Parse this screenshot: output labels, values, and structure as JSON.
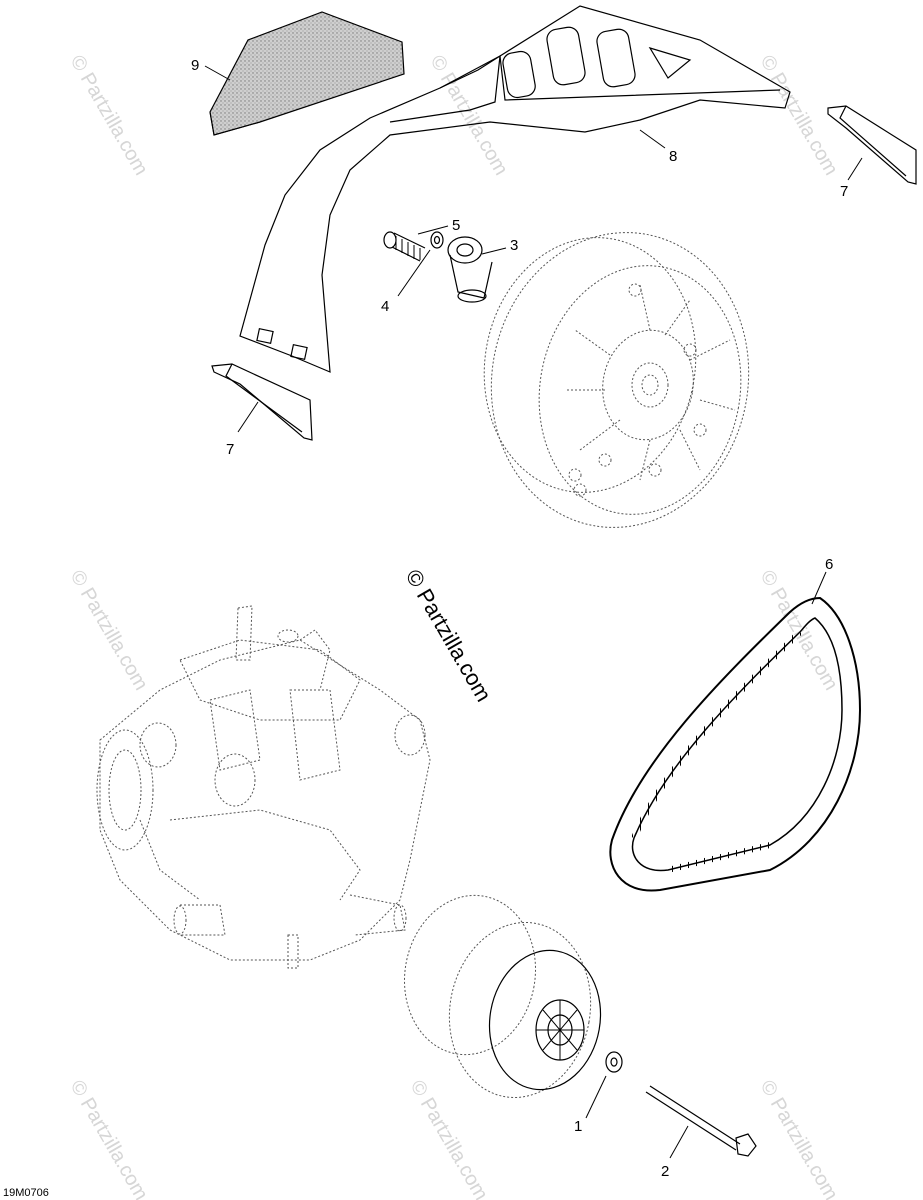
{
  "watermark": {
    "text": "© Partzilla.com"
  },
  "center_watermark": {
    "text": "© Partzilla.com"
  },
  "diagram_code": "19M0706",
  "callouts": [
    {
      "id": "9",
      "label": "9"
    },
    {
      "id": "8",
      "label": "8"
    },
    {
      "id": "7a",
      "label": "7"
    },
    {
      "id": "7b",
      "label": "7"
    },
    {
      "id": "5",
      "label": "5"
    },
    {
      "id": "3",
      "label": "3"
    },
    {
      "id": "4",
      "label": "4"
    },
    {
      "id": "6",
      "label": "6"
    },
    {
      "id": "1",
      "label": "1"
    },
    {
      "id": "2",
      "label": "2"
    }
  ]
}
